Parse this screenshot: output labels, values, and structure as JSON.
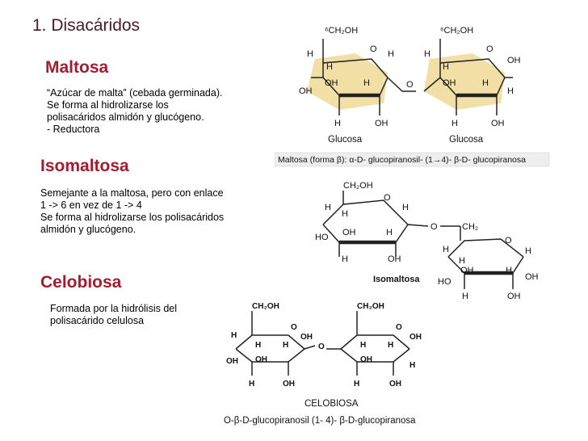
{
  "title": "1. Disacáridos",
  "maltosa": {
    "title": "Maltosa",
    "lines": [
      "“Azúcar de malta” (cebada germinada).",
      "Se forma al hidrolizarse los",
      "polisacáridos almidón y glucógeno.",
      "- Reductora"
    ],
    "diagram": {
      "labels": [
        "Glucosa",
        "Glucosa"
      ],
      "caption": "Maltosa (forma β): α-D- glucopiranosil- (1→4)- β-D- glucopiranosa"
    }
  },
  "isomaltosa": {
    "title": "Isomaltosa",
    "lines": [
      "Semejante a la maltosa, pero con enlace",
      "1 -> 6 en vez de 1 -> 4",
      "Se forma al hidrolizarse los polisacáridos",
      "almidón y glucógeno."
    ],
    "diagram": {
      "label": "Isomaltosa"
    }
  },
  "celobiosa": {
    "title": "Celobiosa",
    "lines": [
      "Formada por la hidrólisis del",
      "polisacárido celulosa"
    ],
    "diagram": {
      "label": "CELOBIOSA",
      "caption": "O-β-D-glucopiranosil (1- 4)- β-D-glucopiranosa"
    }
  },
  "colors": {
    "title": "#4a1a2c",
    "section": "#a51c30",
    "ring_fill": "#f1dfa6"
  }
}
